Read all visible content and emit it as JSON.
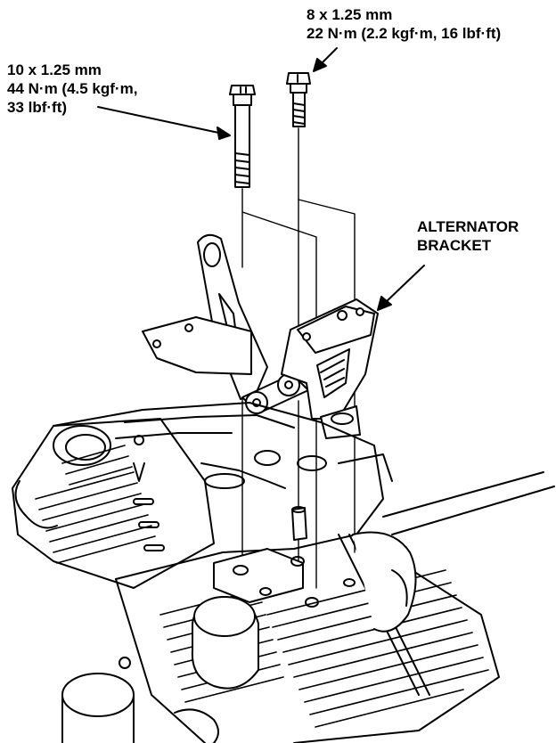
{
  "labels": {
    "bolt_small": {
      "size": "8 x 1.25 mm",
      "torque": "22 N·m (2.2 kgf·m, 16 lbf·ft)"
    },
    "bolt_large": {
      "size": "10 x 1.25 mm",
      "torque_line1": "44 N·m (4.5 kgf·m,",
      "torque_line2": "33 lbf·ft)"
    },
    "bracket": {
      "line1": "ALTERNATOR",
      "line2": "BRACKET"
    }
  },
  "colors": {
    "ink": "#000000",
    "paper": "#ffffff"
  }
}
